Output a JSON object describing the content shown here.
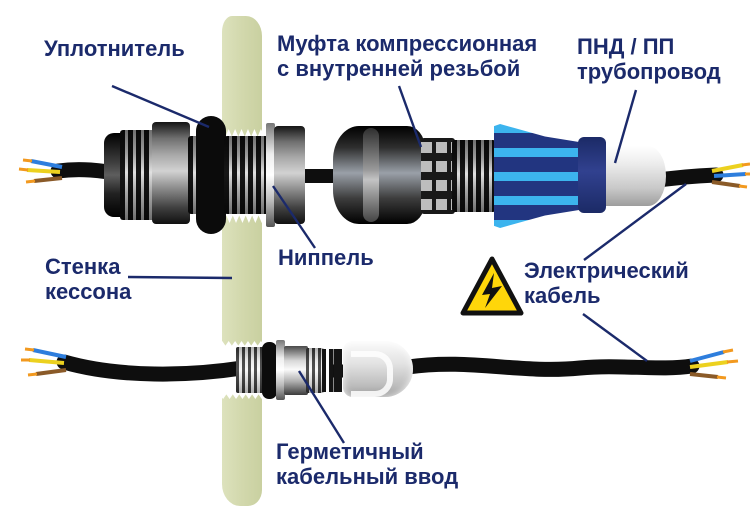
{
  "diagram": {
    "labels": {
      "seal": "Уплотнитель",
      "coupling": [
        "Муфта компрессионная",
        "с внутренней резьбой"
      ],
      "pipe": [
        "ПНД / ПП",
        "трубопровод"
      ],
      "wall": [
        "Стенка",
        "кессона"
      ],
      "nipple": "Ниппель",
      "cable": [
        "Электрический",
        "кабель"
      ],
      "gland": [
        "Герметичный",
        "кабельный ввод"
      ]
    },
    "icons": {
      "hazard": "electric-hazard-triangle-icon"
    },
    "colors": {
      "label_text": "#1b2a6b",
      "leader_line": "#1b2a6b",
      "wall_green": "#d3d9ae",
      "hazard_yellow": "#ffd60a",
      "fitting_blue_dark": "#223580",
      "fitting_blue_light": "#3cb4ee",
      "pipe_gray": "#e9e9e9",
      "cable_black": "#0e0e0e",
      "wire_blue": "#2e7edd",
      "wire_yellow": "#ecd11f",
      "wire_brown": "#8a5a28",
      "wire_tip_orange": "#f2991f"
    }
  }
}
